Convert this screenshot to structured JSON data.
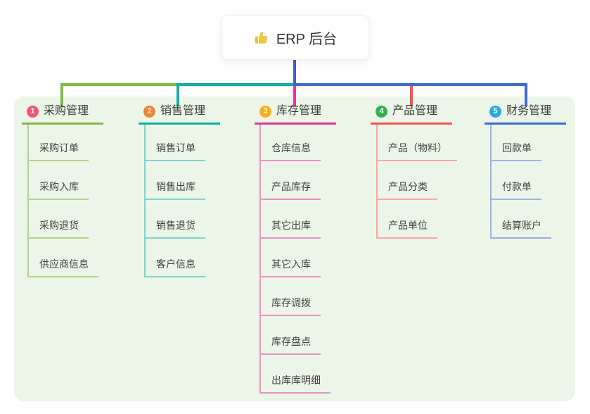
{
  "root": {
    "title": "ERP 后台",
    "icon": "thumbs-up-icon"
  },
  "branches": [
    {
      "num": "1",
      "label": "采购管理",
      "badge_color": "#F25477",
      "line_color": "#7EBB41",
      "child_line_color": "#AFD687",
      "children": [
        "采购订单",
        "采购入库",
        "采购退货",
        "供应商信息"
      ]
    },
    {
      "num": "2",
      "label": "销售管理",
      "badge_color": "#F58234",
      "line_color": "#12AEA3",
      "child_line_color": "#7FD4CB",
      "children": [
        "销售订单",
        "销售出库",
        "销售退货",
        "客户信息"
      ]
    },
    {
      "num": "3",
      "label": "库存管理",
      "badge_color": "#FBAC14",
      "line_color": "#DE3A97",
      "child_line_color": "#EE8FC6",
      "children": [
        "仓库信息",
        "产品库存",
        "其它出库",
        "其它入库",
        "库存调拨",
        "库存盘点",
        "出库库明细"
      ]
    },
    {
      "num": "4",
      "label": "产品管理",
      "badge_color": "#30B34E",
      "line_color": "#F4554F",
      "child_line_color": "#F8A8A1",
      "children": [
        "产品（物料）",
        "产品分类",
        "产品单位"
      ]
    },
    {
      "num": "5",
      "label": "财务管理",
      "badge_color": "#2AA9E9",
      "line_color": "#3E68D8",
      "child_line_color": "#9CB2E6",
      "children": [
        "回款单",
        "付款单",
        "结算账户"
      ]
    }
  ],
  "colors": {
    "canvas_bg": "#FFFFFF",
    "panel_bg": "#ECF6E8",
    "trunk": "#4D57C5",
    "segment_left": "#7EBB41",
    "segment_mid": "#12AEA3",
    "segment_right": "#3E68D8",
    "header_text": "#3A3A3A",
    "child_text": "#414141"
  }
}
